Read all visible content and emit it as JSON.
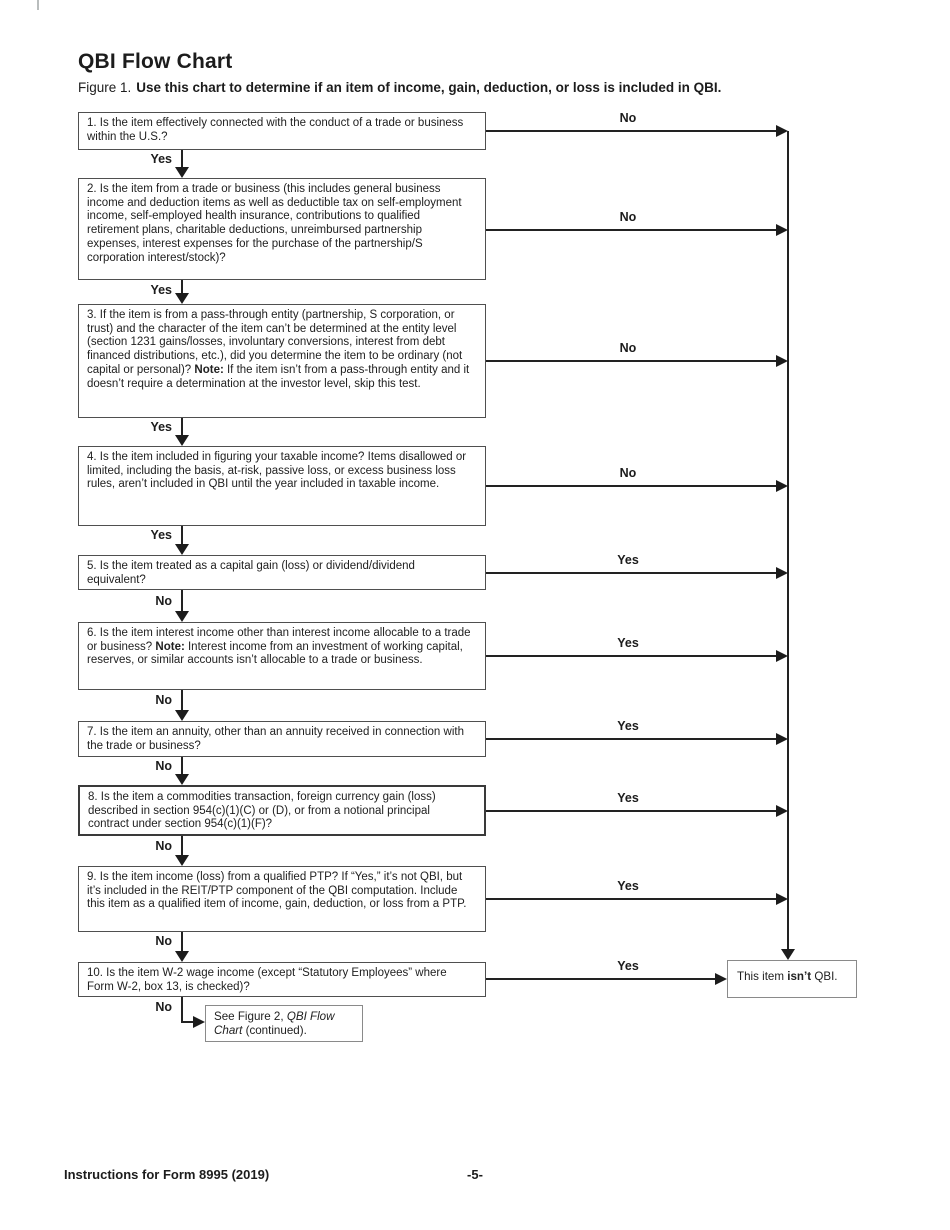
{
  "page": {
    "title": "QBI Flow Chart",
    "figure_label": "Figure 1.",
    "figure_caption": "Use this chart to determine if an item of income, gain, deduction, or loss is included in QBI.",
    "footer_left": "Instructions for Form 8995 (2019)",
    "footer_page_number": "-5-"
  },
  "flowchart": {
    "boxes": [
      {
        "p1": "1. Is the item effectively connected with the conduct of a trade or business within the U.S.?",
        "down_label": "Yes",
        "right_label": "No"
      },
      {
        "p1": "2. Is the item from a trade or business (this includes general business income and deduction items as well as deductible tax on self-employment income, self-employed health insurance, contributions to qualified retirement plans, charitable deductions, unreimbursed partnership expenses, interest expenses for the purchase of the partnership/S corporation interest/stock)?",
        "down_label": "Yes",
        "right_label": "No"
      },
      {
        "p1": "3. If the item is from a pass-through entity (partnership, S corporation, or trust) and the character of the item can’t be determined at the entity level (section 1231 gains/losses, involuntary conversions, interest from debt financed distributions, etc.), did you determine the item to be ordinary (not capital or personal)? ",
        "bold": "Note:",
        "p2": " If the item isn’t from a pass-through entity and it doesn’t require a determination at the investor level, skip this test.",
        "down_label": "Yes",
        "right_label": "No"
      },
      {
        "p1": "4. Is the item included in figuring your taxable income? Items disallowed or limited, including the basis, at-risk, passive loss, or excess business loss rules, aren’t included in QBI until the year included in taxable income.",
        "down_label": "Yes",
        "right_label": "No"
      },
      {
        "p1": "5. Is the item treated as a capital gain (loss) or dividend/dividend equivalent?",
        "down_label": "No",
        "right_label": "Yes"
      },
      {
        "p1": "6. Is the item interest income other than interest income allocable to a trade or business? ",
        "bold": "Note:",
        "p2": " Interest income from an investment of working capital, reserves, or similar accounts isn’t allocable to a trade or business.",
        "down_label": "No",
        "right_label": "Yes"
      },
      {
        "p1": "7. Is the item an annuity, other than an annuity received in connection with the trade or business?",
        "down_label": "No",
        "right_label": "Yes"
      },
      {
        "p1": "8. Is the item a commodities transaction, foreign currency gain (loss) described in section 954(c)(1)(C) or (D), or from a notional principal contract under section 954(c)(1)(F)?",
        "down_label": "No",
        "right_label": "Yes"
      },
      {
        "p1": "9. Is the item income (loss) from a qualified PTP? If “Yes,” it’s not QBI, but it’s included in the REIT/PTP component of the QBI computation. Include this item as a qualified item of income, gain, deduction, or loss from a PTP.",
        "down_label": "No",
        "right_label": "Yes"
      },
      {
        "p1": "10. Is the item W-2 wage income (except “Statutory Employees” where Form W-2, box 13, is checked)?",
        "down_label": "No",
        "right_label": "Yes"
      }
    ],
    "result_box": {
      "p1": "This item ",
      "bold": "isn’t",
      "p2": " QBI."
    },
    "continue_box": {
      "p1": "See Figure 2, ",
      "italic": "QBI Flow Chart",
      "p2": " (continued)."
    }
  },
  "colors": {
    "text": "#212121",
    "question_box_border": "#4f4f4f",
    "terminal_box_border": "#8a8a8a",
    "line": "#1c1c1c"
  }
}
